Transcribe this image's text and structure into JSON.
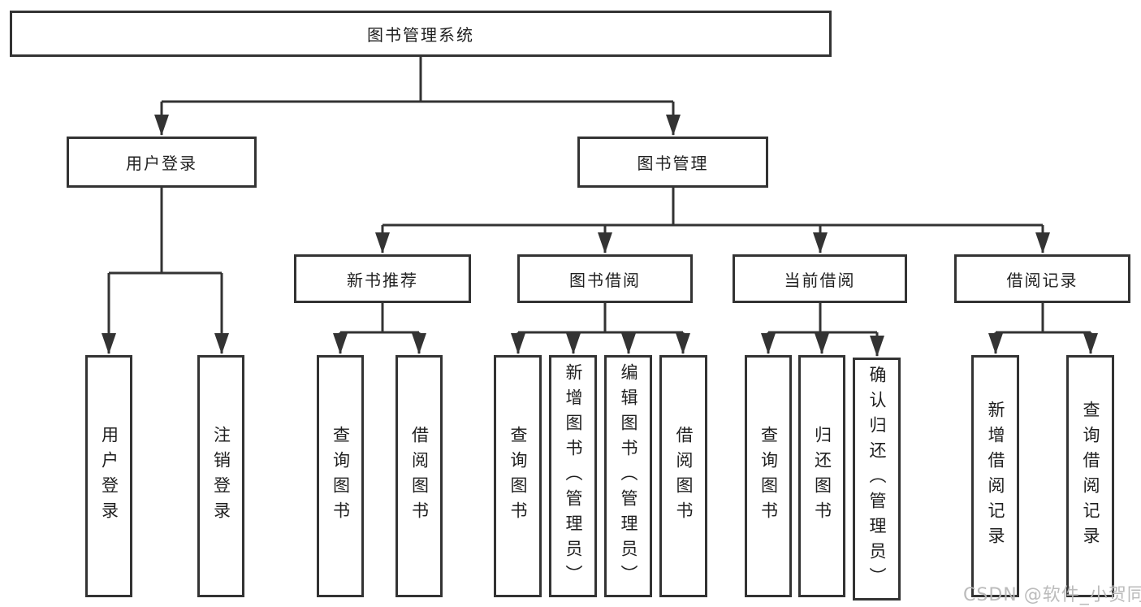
{
  "diagram_title": "图书管理系统",
  "root": {
    "label": "图书管理系统"
  },
  "level2": {
    "login": {
      "label": "用户登录"
    },
    "mgmt": {
      "label": "图书管理"
    }
  },
  "level3": {
    "recommend": {
      "label": "新书推荐"
    },
    "borrow": {
      "label": "图书借阅"
    },
    "current": {
      "label": "当前借阅"
    },
    "records": {
      "label": "借阅记录"
    }
  },
  "leaves": {
    "login": [
      "用户登录",
      "注销登录"
    ],
    "recommend": [
      "查询图书",
      "借阅图书"
    ],
    "borrow": [
      "查询图书",
      "新增图书（管理员）",
      "编辑图书（管理员）",
      "借阅图书"
    ],
    "current": [
      "查询图书",
      "归还图书",
      "确认归还（管理员）"
    ],
    "records": [
      "新增借阅记录",
      "查询借阅记录"
    ]
  },
  "watermark": "CSDN @软件_小贺同学",
  "colors": {
    "line": "#333333",
    "text": "#1f1f1f",
    "box_background": "#ffffff",
    "page_background": "#ffffff",
    "watermark": "#b7b7b7"
  }
}
